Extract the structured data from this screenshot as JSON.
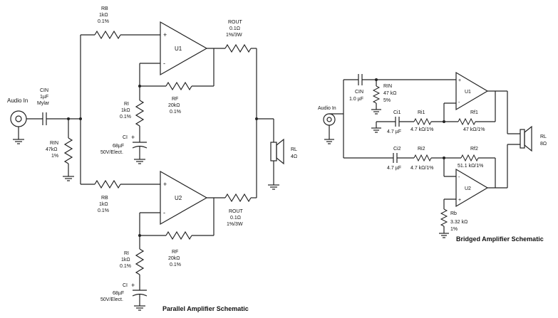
{
  "parallel": {
    "title": "Parallel Amplifier Schematic",
    "audio_in": "Audio In",
    "cin": {
      "name": "CIN",
      "value": "1µF",
      "type": "Mylar"
    },
    "rin": {
      "name": "RIN",
      "value": "47kΩ",
      "tol": "1%"
    },
    "u1": {
      "label": "U1",
      "rb": {
        "name": "RB",
        "value": "1kΩ",
        "tol": "0.1%"
      },
      "ri": {
        "name": "RI",
        "value": "1kΩ",
        "tol": "0.1%"
      },
      "rf": {
        "name": "RF",
        "value": "20kΩ",
        "tol": "0.1%"
      },
      "ci": {
        "name": "CI",
        "value": "68µF",
        "type": "50V/Elect."
      },
      "rout": {
        "name": "ROUT",
        "value": "0.1Ω",
        "tol": "1%/3W"
      }
    },
    "u2": {
      "label": "U2",
      "rb": {
        "name": "RB",
        "value": "1kΩ",
        "tol": "0.1%"
      },
      "ri": {
        "name": "RI",
        "value": "1kΩ",
        "tol": "0.1%"
      },
      "rf": {
        "name": "RF",
        "value": "20kΩ",
        "tol": "0.1%"
      },
      "ci": {
        "name": "CI",
        "value": "68µF",
        "type": "50V/Elect."
      },
      "rout": {
        "name": "ROUT",
        "value": "0.1Ω",
        "tol": "1%/3W"
      }
    },
    "rl": {
      "name": "RL",
      "value": "4Ω"
    }
  },
  "bridged": {
    "title": "Bridged Amplifier Schematic",
    "audio_in": "Audio In",
    "cin": {
      "name": "CIN",
      "value": "1.0 µF"
    },
    "rin": {
      "name": "RIN",
      "value": "47 kΩ",
      "tol": "5%"
    },
    "ci1": {
      "name": "Ci1",
      "value": "4.7 µF"
    },
    "ri1": {
      "name": "Ri1",
      "value": "4.7 kΩ/1%"
    },
    "rf1": {
      "name": "Rf1",
      "value": "47 kΩ/1%"
    },
    "ci2": {
      "name": "Ci2",
      "value": "4.7 µF"
    },
    "ri2": {
      "name": "Ri2",
      "value": "4.7 kΩ/1%"
    },
    "rf2": {
      "name": "Rf2",
      "value": "51.1 kΩ/1%"
    },
    "rb": {
      "name": "Rb",
      "value": "3.32 kΩ",
      "tol": "1%"
    },
    "u1": "U1",
    "u2": "U2",
    "rl": {
      "name": "RL",
      "value": "8Ω"
    }
  }
}
